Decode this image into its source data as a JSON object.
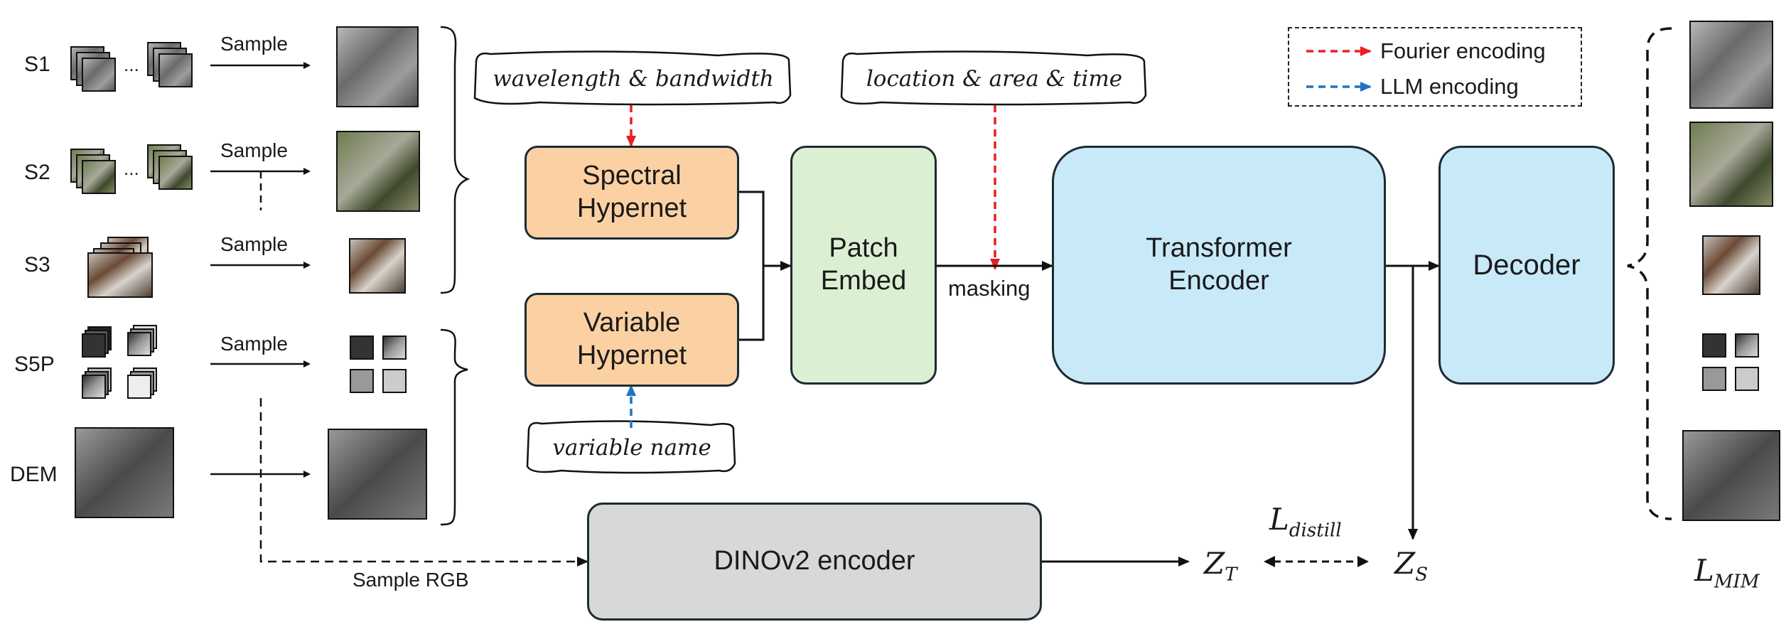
{
  "inputs": [
    {
      "label": "S1",
      "sample": "Sample"
    },
    {
      "label": "S2",
      "sample": "Sample"
    },
    {
      "label": "S3",
      "sample": "Sample"
    },
    {
      "label": "S5P",
      "sample": "Sample"
    },
    {
      "label": "DEM",
      "sample": ""
    }
  ],
  "ellipsis": "...",
  "sample_rgb": "Sample RGB",
  "scrolls": {
    "wavelength": "wavelength & bandwidth",
    "location": "location & area & time",
    "variable": "variable name"
  },
  "boxes": {
    "spectral": "Spectral\nHypernet",
    "variable": "Variable\nHypernet",
    "patch": "Patch\nEmbed",
    "transformer": "Transformer\nEncoder",
    "decoder": "Decoder",
    "dino": "DINOv2 encoder"
  },
  "masking": "masking",
  "legend": {
    "fourier": "Fourier encoding",
    "llm": "LLM encoding",
    "fourier_color": "#e8201f",
    "llm_color": "#1f74c1"
  },
  "math": {
    "zt_main": "Z",
    "zt_sub": "T",
    "zs_main": "Z",
    "zs_sub": "S",
    "ldistill_main": "L",
    "ldistill_sub": "distill",
    "lmim_main": "L",
    "lmim_sub": "MIM"
  },
  "icons": {
    "frozen": "snowflake-icon"
  }
}
